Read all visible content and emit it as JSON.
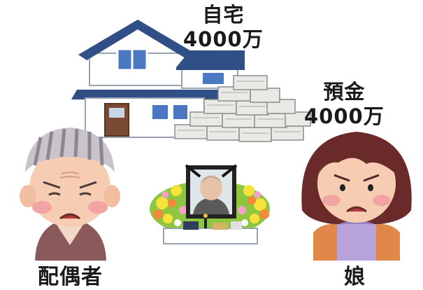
{
  "house": {
    "label": "自宅",
    "amount": "4000万"
  },
  "deposit": {
    "label": "預金",
    "amount": "4000万"
  },
  "people": {
    "spouse_label": "配偶者",
    "daughter_label": "娘"
  },
  "colors": {
    "roof": "#2f4f86",
    "wall": "#ffffff",
    "window": "#4a78c2",
    "door": "#7b4a32",
    "money": "#e9eae6",
    "spouse_clothes": "#8a5a5a",
    "daughter_apron": "#9a7ec4",
    "daughter_hair": "#6a2a2a"
  }
}
